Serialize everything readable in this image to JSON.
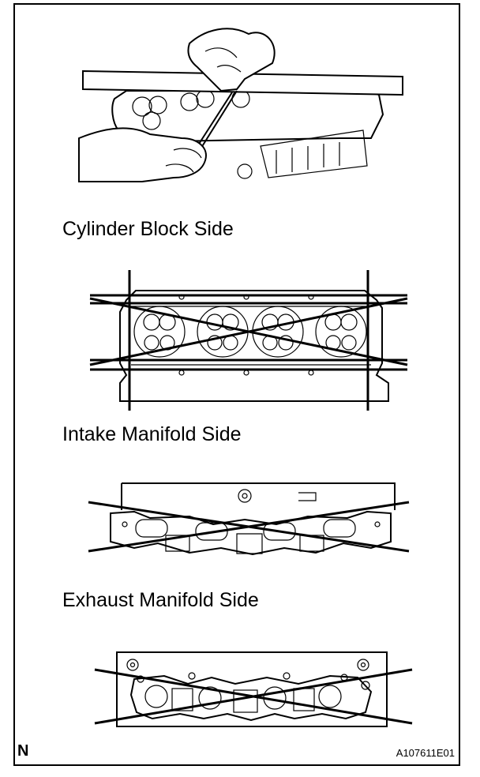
{
  "labels": {
    "cylinder_block_side": "Cylinder Block Side",
    "intake_manifold_side": "Intake Manifold Side",
    "exhaust_manifold_side": "Exhaust Manifold Side"
  },
  "corner_mark": "N",
  "figure_code": "A107611E01"
}
